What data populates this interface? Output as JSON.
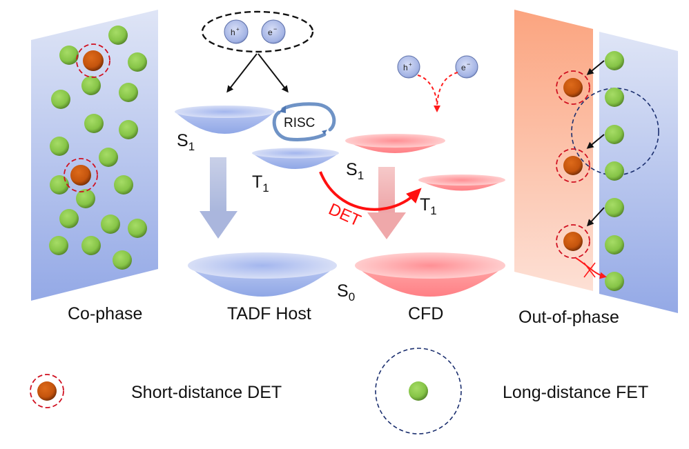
{
  "panels": {
    "co_phase": {
      "label": "Co-phase"
    },
    "tadf_host": {
      "label": "TADF Host",
      "s1": "S",
      "s1_sub": "1",
      "t1": "T",
      "t1_sub": "1"
    },
    "cfd": {
      "label": "CFD",
      "s1": "S",
      "s1_sub": "1",
      "t1": "T",
      "t1_sub": "1"
    },
    "ground": {
      "s0": "S",
      "s0_sub": "0"
    },
    "out_of_phase": {
      "label": "Out-of-phase"
    }
  },
  "carriers": {
    "hole": {
      "label": "h",
      "sup": "+"
    },
    "electron": {
      "label": "e",
      "sup": "−"
    }
  },
  "processes": {
    "risc": "RISC",
    "det": "DET"
  },
  "legend": {
    "short": {
      "label": "Short-distance DET",
      "icon": "orange-dopant-dashed-red-circle"
    },
    "long": {
      "label": "Long-distance FET",
      "icon": "green-host-dashed-blue-circle"
    }
  },
  "colors": {
    "green": "#8cc84b",
    "orange": "#c8560f",
    "red_dash": "#d01020",
    "blue_dash": "#1a2e6e",
    "host_blue": "#a7b8ea",
    "cfd_red": "#ff8e8e",
    "det_red": "#ff1010",
    "slab_blue": "#9fb1e8",
    "slab_orange": "#fba889"
  }
}
